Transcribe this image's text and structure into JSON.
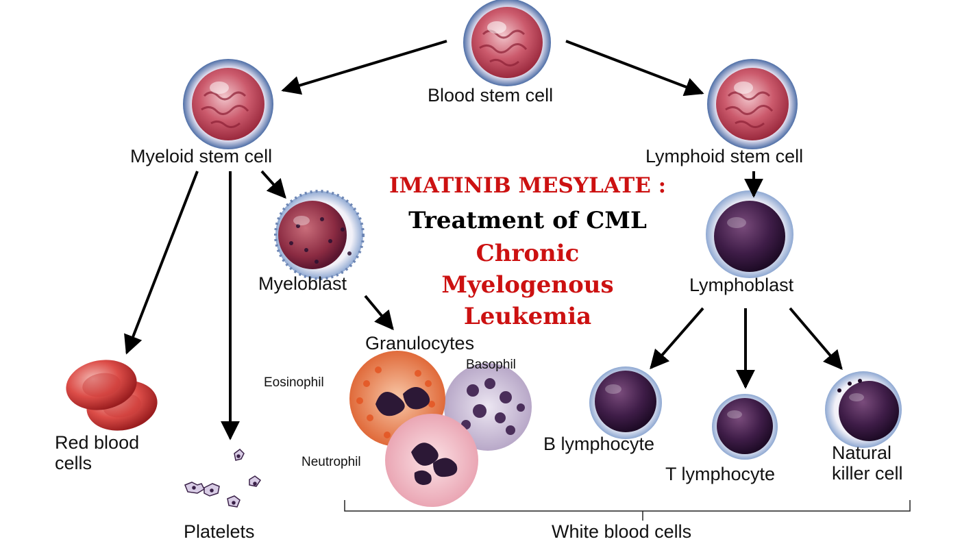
{
  "title": {
    "drug": "IMATINIB MESYLATE :",
    "subtitle": "Treatment of CML",
    "line1": "Chronic",
    "line2": "Myelogenous",
    "line3": "Leukemia"
  },
  "labels": {
    "blood_stem_cell": "Blood stem cell",
    "myeloid_stem_cell": "Myeloid stem cell",
    "lymphoid_stem_cell": "Lymphoid stem cell",
    "myeloblast": "Myeloblast",
    "lymphoblast": "Lymphoblast",
    "granulocytes": "Granulocytes",
    "eosinophil": "Eosinophil",
    "basophil": "Basophil",
    "neutrophil": "Neutrophil",
    "red_blood_cells": "Red blood cells",
    "platelets": "Platelets",
    "b_lymphocyte": "B lymphocyte",
    "t_lymphocyte": "T lymphocyte",
    "natural_killer_cell": "Natural killer cell",
    "white_blood_cells": "White blood cells"
  },
  "colors": {
    "headline_red": "#cc1111",
    "headline_black": "#000000",
    "arrow": "#000000"
  }
}
